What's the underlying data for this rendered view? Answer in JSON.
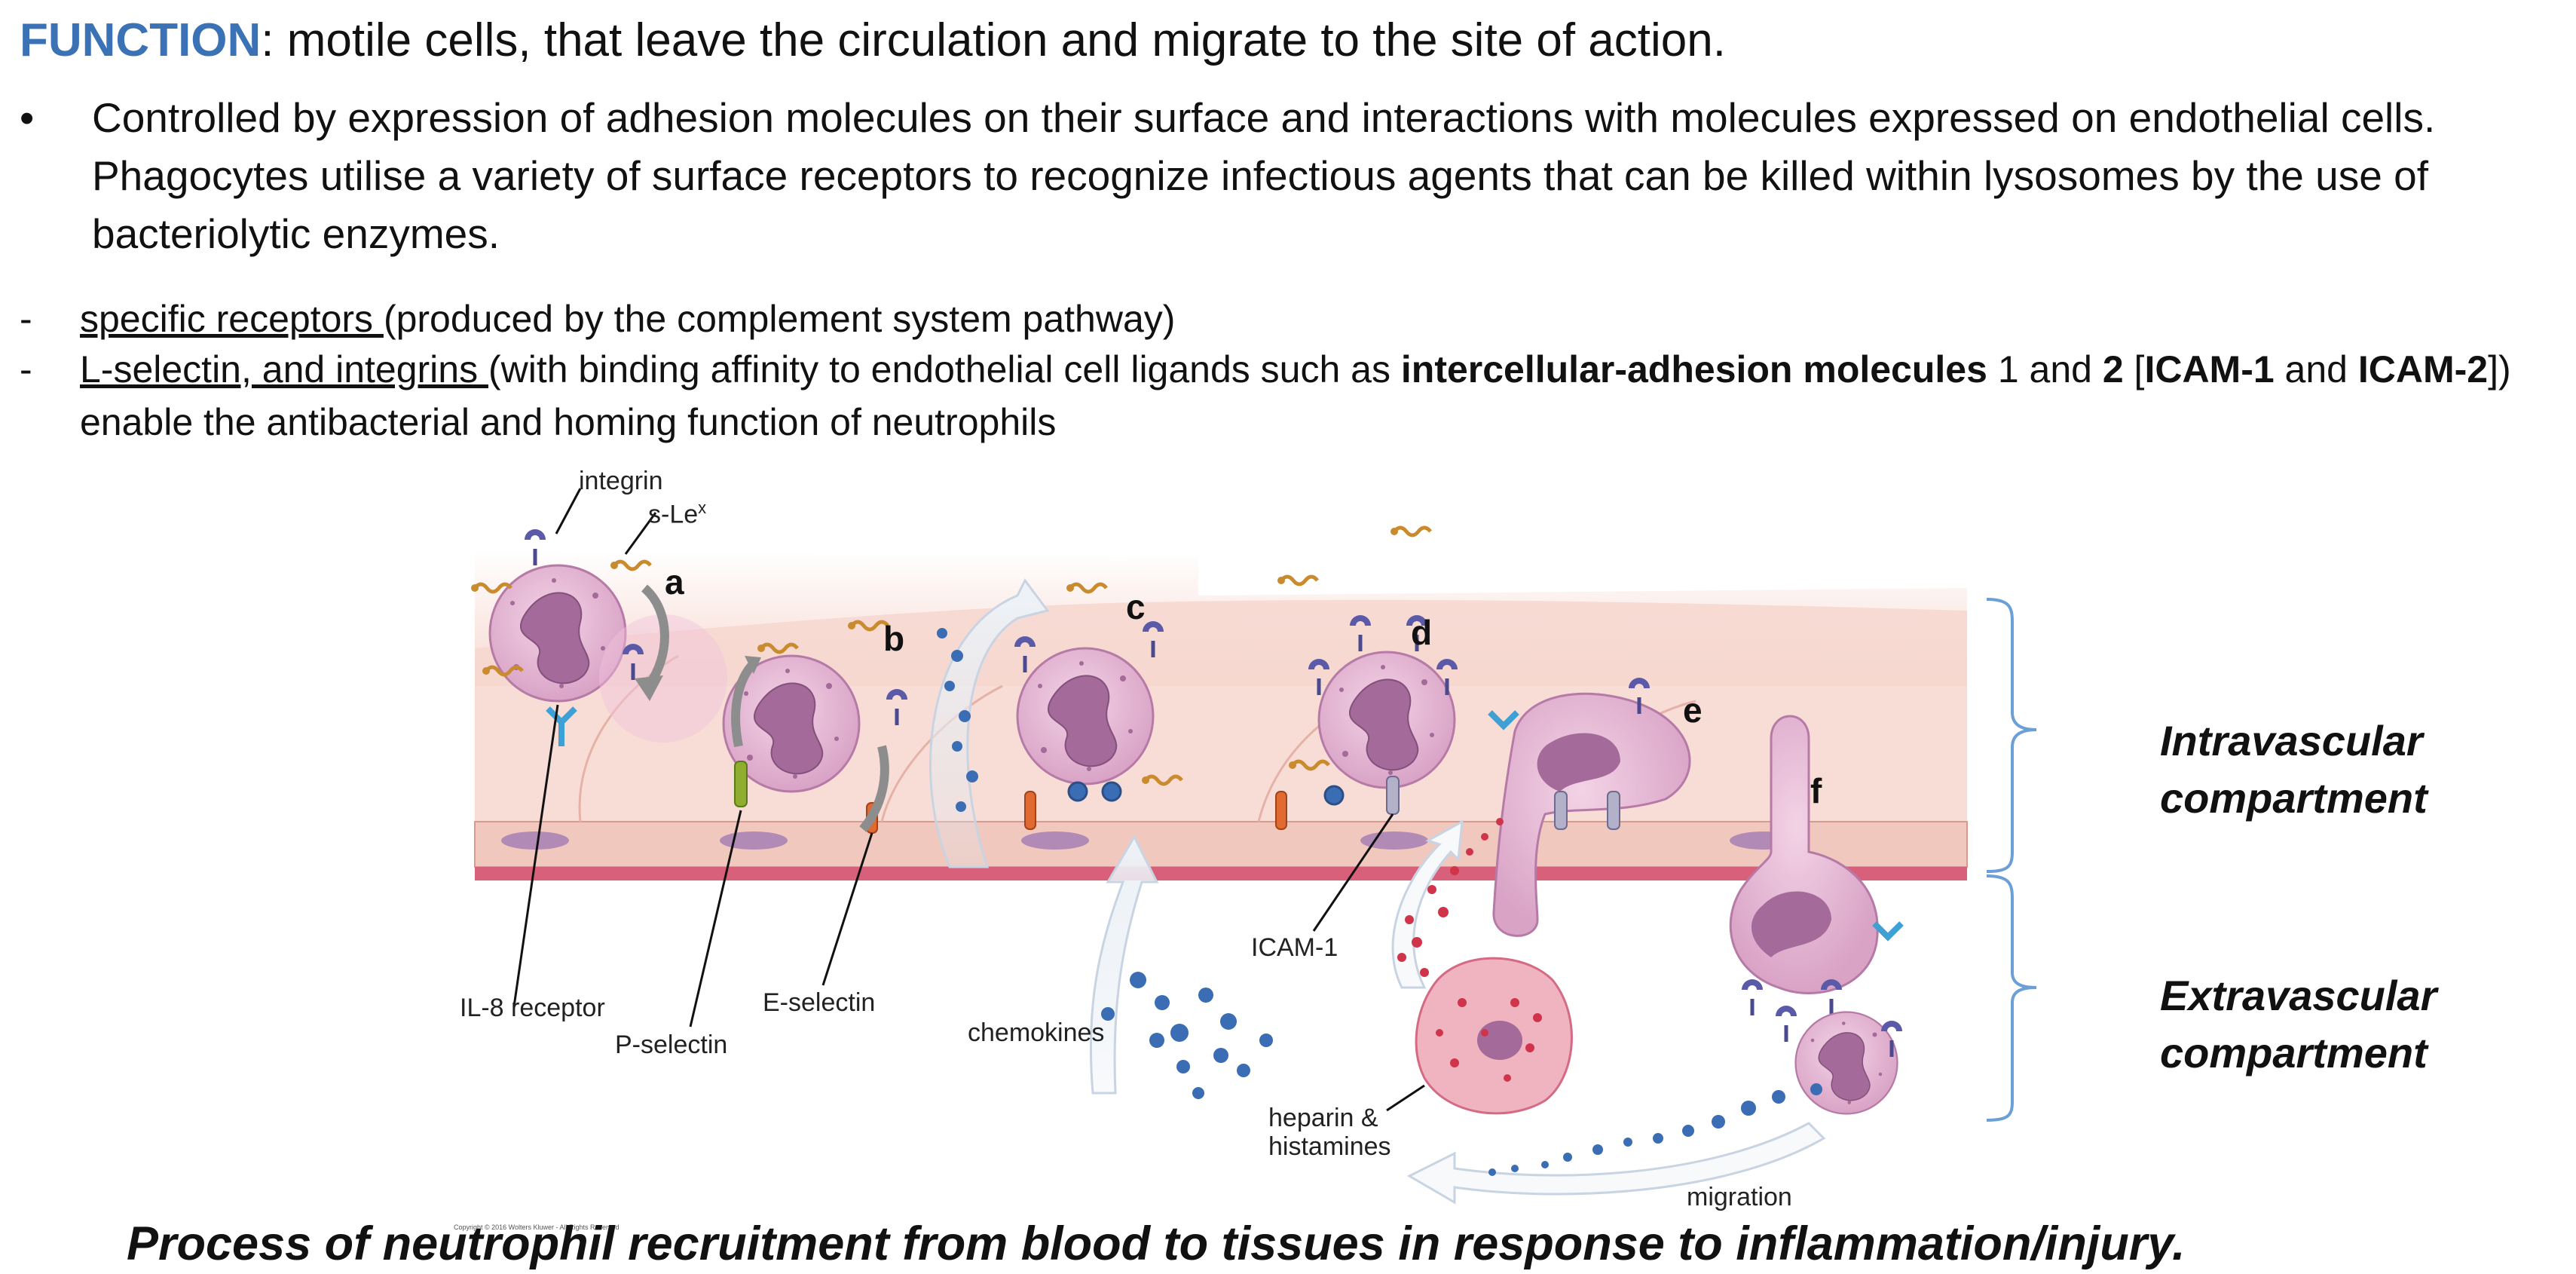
{
  "heading": {
    "keyword": "FUNCTION",
    "text": ": motile cells, that leave the circulation and migrate to the site of action."
  },
  "bullet": {
    "mark": "•",
    "text": "Controlled by expression of adhesion molecules on their surface and interactions with molecules expressed on endothelial cells. Phagocytes utilise a variety of surface receptors to recognize infectious agents that can be killed within lysosomes by the use of bacteriolytic enzymes."
  },
  "dash_items": [
    {
      "mark": "-",
      "underlined": "specific receptors ",
      "rest": "(produced by the complement system pathway)"
    },
    {
      "mark": "-",
      "underlined": "L-selectin, and integrins ",
      "t1": "(with binding affinity to endothelial cell ligands such as ",
      "b1": "intercellular-adhesion molecules",
      "t2": " 1 and ",
      "b2": "2",
      "t3": " [",
      "b3": "ICAM-1",
      "t4": " and ",
      "b4": "ICAM-2",
      "t5": "]) enable the antibacterial and homing function of neutrophils"
    }
  ],
  "figure": {
    "labels": {
      "integrin": "integrin",
      "sle_base": "s-Le",
      "sle_sup": "x",
      "il8": "IL-8 receptor",
      "pselectin": "P-selectin",
      "eselectin": "E-selectin",
      "chemokines": "chemokines",
      "icam1": "ICAM-1",
      "heparin_line1": "heparin &",
      "heparin_line2": "histamines",
      "migration": "migration"
    },
    "letters": [
      "a",
      "b",
      "c",
      "d",
      "e",
      "f"
    ],
    "colors": {
      "cell": "#e6b6d4",
      "nucleus": "#a36a9a",
      "endothelium": "#f0c8be",
      "membrane": "#d9607a",
      "chemokine": "#3a6db3",
      "histamine": "#d0344a",
      "bracket": "#6b9fd6"
    },
    "copyright": "Copyright © 2016 Wolters Kluwer - All Rights Reserved"
  },
  "compartments": {
    "intra_line1": "Intravascular",
    "intra_line2": "compartment",
    "extra_line1": "Extravascular",
    "extra_line2": "compartment"
  },
  "caption": "Process of neutrophil recruitment from blood to tissues in response to inflammation/injury."
}
